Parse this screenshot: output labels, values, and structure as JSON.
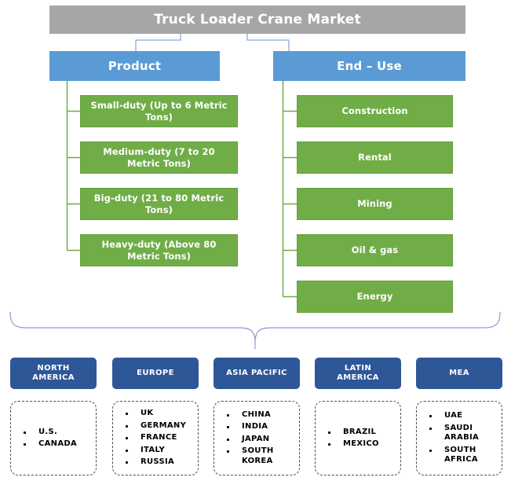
{
  "title": "Truck Loader Crane Market",
  "colors": {
    "title_bg": "#a6a6a6",
    "branch_bg": "#5b9bd5",
    "leaf_bg": "#70ad47",
    "region_bg": "#2e5797",
    "connector_blue": "#8aabdc",
    "connector_green": "#6fac46",
    "brace": "#8a9bd4"
  },
  "product": {
    "label": "Product",
    "items": [
      "Small-duty (Up to 6 Metric\nTons)",
      "Medium-duty (7 to 20\nMetric Tons)",
      "Big-duty (21 to 80 Metric\nTons)",
      "Heavy-duty (Above 80\nMetric Tons)"
    ]
  },
  "end_use": {
    "label": "End – Use",
    "items": [
      "Construction",
      "Rental",
      "Mining",
      "Oil & gas",
      "Energy"
    ]
  },
  "regions": [
    {
      "name": "NORTH\nAMERICA",
      "countries": [
        "U.S.",
        "CANADA"
      ]
    },
    {
      "name": "EUROPE",
      "countries": [
        "UK",
        "GERMANY",
        "FRANCE",
        "ITALY",
        "RUSSIA"
      ]
    },
    {
      "name": "ASIA PACIFIC",
      "countries": [
        "CHINA",
        "INDIA",
        "JAPAN",
        "SOUTH KOREA"
      ]
    },
    {
      "name": "LATIN\nAMERICA",
      "countries": [
        "BRAZIL",
        "MEXICO"
      ]
    },
    {
      "name": "MEA",
      "countries": [
        "UAE",
        "SAUDI ARABIA",
        "SOUTH AFRICA"
      ]
    }
  ]
}
